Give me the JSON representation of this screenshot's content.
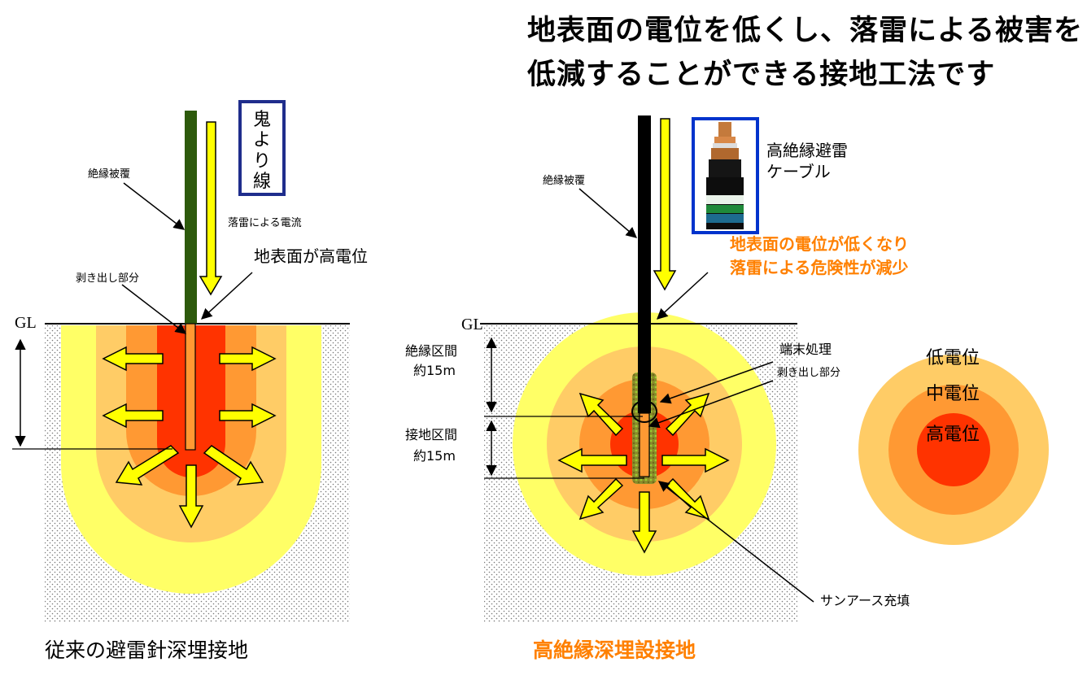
{
  "headline": {
    "line1": "地表面の電位を低くし、落雷による被害を",
    "line2": "低減することができる接地工法です"
  },
  "left": {
    "box_label": "鬼より線",
    "insulation": "絶縁被覆",
    "current": "落雷による電流",
    "surface_high": "地表面が高電位",
    "stripped": "剥き出し部分",
    "gl": "GL",
    "caption": "従来の避雷針深埋接地"
  },
  "right": {
    "insulation": "絶縁被覆",
    "cable_label_1": "高絶縁避雷",
    "cable_label_2": "ケーブル",
    "benefit_1": "地表面の電位が低くなり",
    "benefit_2": "落雷による危険性が減少",
    "gl": "GL",
    "insulated_section_1": "絶縁区間",
    "insulated_section_2": "約15m",
    "ground_section_1": "接地区間",
    "ground_section_2": "約15m",
    "terminal": "端末処理",
    "stripped": "剥き出し部分",
    "filler": "サンアース充填",
    "caption": "高絶縁深埋設接地"
  },
  "legend": {
    "low": "低電位",
    "mid": "中電位",
    "high": "高電位"
  },
  "colors": {
    "yellow": "#ffff66",
    "light_orange": "#ffcc66",
    "orange": "#ff9933",
    "red": "#ff3300",
    "arrow": "#ffff00",
    "green_rod": "#2d5a0c",
    "accent_text": "#ff8000"
  }
}
